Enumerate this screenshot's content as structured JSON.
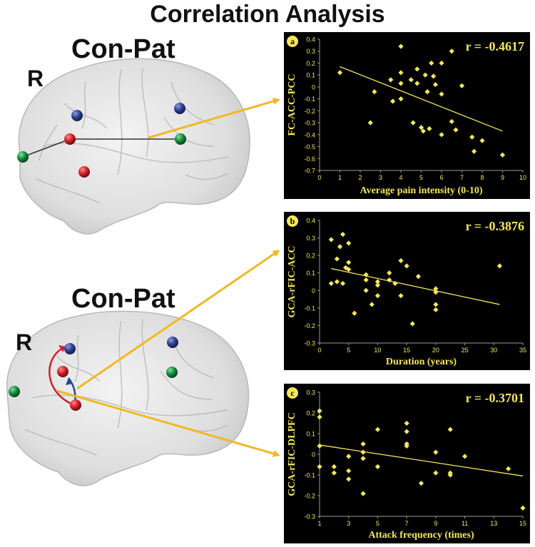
{
  "figure": {
    "title": "Correlation Analysis",
    "brains": [
      {
        "group_label": "Con-Pat",
        "hemisphere_label": "R"
      },
      {
        "group_label": "Con-Pat",
        "hemisphere_label": "R"
      }
    ]
  },
  "colors": {
    "node_red": "#d21f2a",
    "node_blue": "#2f3f8f",
    "node_green": "#138a3c",
    "arrow_yellow": "#f2b824",
    "path_red": "#d0202f",
    "path_blue": "#1d4e8c",
    "plot_bg": "#000000",
    "plot_fg": "#f5e65a"
  },
  "chart_data": [
    {
      "type": "scatter",
      "panel_letter": "a",
      "annotation": "r = -0.4617",
      "xlabel": "Average pain intensity (0-10)",
      "ylabel": "FC-ACC-PCC",
      "xlim": [
        0,
        10
      ],
      "ylim": [
        -0.7,
        0.4
      ],
      "xticks": [
        0,
        1,
        2,
        3,
        4,
        5,
        6,
        7,
        8,
        9,
        10
      ],
      "yticks": [
        0.4,
        0.3,
        0.2,
        0.1,
        0,
        -0.1,
        -0.2,
        -0.3,
        -0.4,
        -0.5,
        -0.6,
        -0.7
      ],
      "fit_line": {
        "x": [
          1,
          9
        ],
        "y": [
          0.17,
          -0.37
        ]
      },
      "points": [
        {
          "x": 1.0,
          "y": 0.12
        },
        {
          "x": 2.5,
          "y": -0.3
        },
        {
          "x": 2.7,
          "y": -0.04
        },
        {
          "x": 3.5,
          "y": 0.06
        },
        {
          "x": 3.6,
          "y": -0.12
        },
        {
          "x": 4.0,
          "y": 0.34
        },
        {
          "x": 4.0,
          "y": 0.12
        },
        {
          "x": 4.0,
          "y": 0.03
        },
        {
          "x": 4.0,
          "y": -0.1
        },
        {
          "x": 4.5,
          "y": 0.06
        },
        {
          "x": 4.6,
          "y": -0.3
        },
        {
          "x": 4.8,
          "y": 0.15
        },
        {
          "x": 4.8,
          "y": 0.03
        },
        {
          "x": 5.0,
          "y": -0.34
        },
        {
          "x": 5.1,
          "y": -0.37
        },
        {
          "x": 5.2,
          "y": 0.1
        },
        {
          "x": 5.3,
          "y": -0.04
        },
        {
          "x": 5.4,
          "y": -0.35
        },
        {
          "x": 5.5,
          "y": 0.2
        },
        {
          "x": 5.6,
          "y": 0.09
        },
        {
          "x": 5.7,
          "y": 0.02
        },
        {
          "x": 6.0,
          "y": 0.2
        },
        {
          "x": 6.0,
          "y": -0.06
        },
        {
          "x": 6.0,
          "y": -0.4
        },
        {
          "x": 6.5,
          "y": 0.3
        },
        {
          "x": 6.5,
          "y": -0.29
        },
        {
          "x": 6.7,
          "y": -0.36
        },
        {
          "x": 7.0,
          "y": 0.01
        },
        {
          "x": 7.5,
          "y": -0.42
        },
        {
          "x": 7.6,
          "y": -0.54
        },
        {
          "x": 8.0,
          "y": -0.45
        },
        {
          "x": 9.0,
          "y": -0.57
        }
      ]
    },
    {
      "type": "scatter",
      "panel_letter": "b",
      "annotation": "r = -0.3876",
      "xlabel": "Duration (years)",
      "ylabel": "GCA-rFIC-ACC",
      "xlim": [
        0,
        35
      ],
      "ylim": [
        -0.3,
        0.4
      ],
      "xticks": [
        0,
        5,
        10,
        15,
        20,
        25,
        30,
        35
      ],
      "yticks": [
        0.4,
        0.3,
        0.2,
        0.1,
        0,
        -0.1,
        -0.2,
        -0.3
      ],
      "fit_line": {
        "x": [
          2,
          31
        ],
        "y": [
          0.125,
          -0.08
        ]
      },
      "points": [
        {
          "x": 2.0,
          "y": 0.29
        },
        {
          "x": 2.0,
          "y": 0.04
        },
        {
          "x": 3.0,
          "y": 0.18
        },
        {
          "x": 3.0,
          "y": 0.05
        },
        {
          "x": 3.5,
          "y": 0.25
        },
        {
          "x": 4.0,
          "y": 0.32
        },
        {
          "x": 4.0,
          "y": 0.04
        },
        {
          "x": 4.5,
          "y": 0.13
        },
        {
          "x": 5.0,
          "y": 0.27
        },
        {
          "x": 5.0,
          "y": 0.16
        },
        {
          "x": 5.0,
          "y": 0.12
        },
        {
          "x": 6.0,
          "y": -0.13
        },
        {
          "x": 8.0,
          "y": 0.09
        },
        {
          "x": 8.0,
          "y": 0.06
        },
        {
          "x": 8.0,
          "y": 0.0
        },
        {
          "x": 9.0,
          "y": -0.08
        },
        {
          "x": 10.0,
          "y": 0.05
        },
        {
          "x": 10.0,
          "y": 0.03
        },
        {
          "x": 10.0,
          "y": -0.03
        },
        {
          "x": 12.0,
          "y": 0.1
        },
        {
          "x": 12.0,
          "y": 0.06
        },
        {
          "x": 13.0,
          "y": 0.04
        },
        {
          "x": 14.0,
          "y": 0.17
        },
        {
          "x": 14.0,
          "y": -0.03
        },
        {
          "x": 15.0,
          "y": 0.14
        },
        {
          "x": 16.0,
          "y": -0.19
        },
        {
          "x": 17.0,
          "y": 0.08
        },
        {
          "x": 20.0,
          "y": 0.01
        },
        {
          "x": 20.0,
          "y": -0.01
        },
        {
          "x": 20.0,
          "y": -0.08
        },
        {
          "x": 20.0,
          "y": -0.11
        },
        {
          "x": 31.0,
          "y": 0.14
        }
      ]
    },
    {
      "type": "scatter",
      "panel_letter": "c",
      "annotation": "r = -0.3701",
      "xlabel": "Attack frequency (times)",
      "ylabel": "GCA-rFIC-DLPFC",
      "xlim": [
        1,
        15
      ],
      "ylim": [
        -0.3,
        0.3
      ],
      "xticks": [
        1,
        3,
        5,
        7,
        9,
        11,
        13,
        15
      ],
      "yticks": [
        0.3,
        0.2,
        0.1,
        0,
        -0.1,
        -0.2,
        -0.3
      ],
      "fit_line": {
        "x": [
          1,
          15
        ],
        "y": [
          0.045,
          -0.105
        ]
      },
      "points": [
        {
          "x": 1.0,
          "y": 0.21
        },
        {
          "x": 1.0,
          "y": 0.18
        },
        {
          "x": 1.0,
          "y": 0.04
        },
        {
          "x": 1.0,
          "y": -0.06
        },
        {
          "x": 2.0,
          "y": -0.06
        },
        {
          "x": 2.0,
          "y": -0.09
        },
        {
          "x": 3.0,
          "y": -0.01
        },
        {
          "x": 3.0,
          "y": -0.08
        },
        {
          "x": 3.0,
          "y": -0.12
        },
        {
          "x": 4.0,
          "y": 0.05
        },
        {
          "x": 4.0,
          "y": 0.01
        },
        {
          "x": 4.0,
          "y": -0.02
        },
        {
          "x": 4.0,
          "y": -0.19
        },
        {
          "x": 5.0,
          "y": 0.12
        },
        {
          "x": 5.0,
          "y": -0.06
        },
        {
          "x": 7.0,
          "y": 0.15
        },
        {
          "x": 7.0,
          "y": 0.11
        },
        {
          "x": 7.0,
          "y": 0.05
        },
        {
          "x": 7.0,
          "y": 0.04
        },
        {
          "x": 8.0,
          "y": -0.14
        },
        {
          "x": 9.0,
          "y": 0.01
        },
        {
          "x": 9.0,
          "y": -0.09
        },
        {
          "x": 10.0,
          "y": 0.12
        },
        {
          "x": 10.0,
          "y": -0.09
        },
        {
          "x": 10.0,
          "y": -0.1
        },
        {
          "x": 11.0,
          "y": -0.01
        },
        {
          "x": 14.0,
          "y": -0.07
        },
        {
          "x": 15.0,
          "y": -0.26
        }
      ]
    }
  ]
}
